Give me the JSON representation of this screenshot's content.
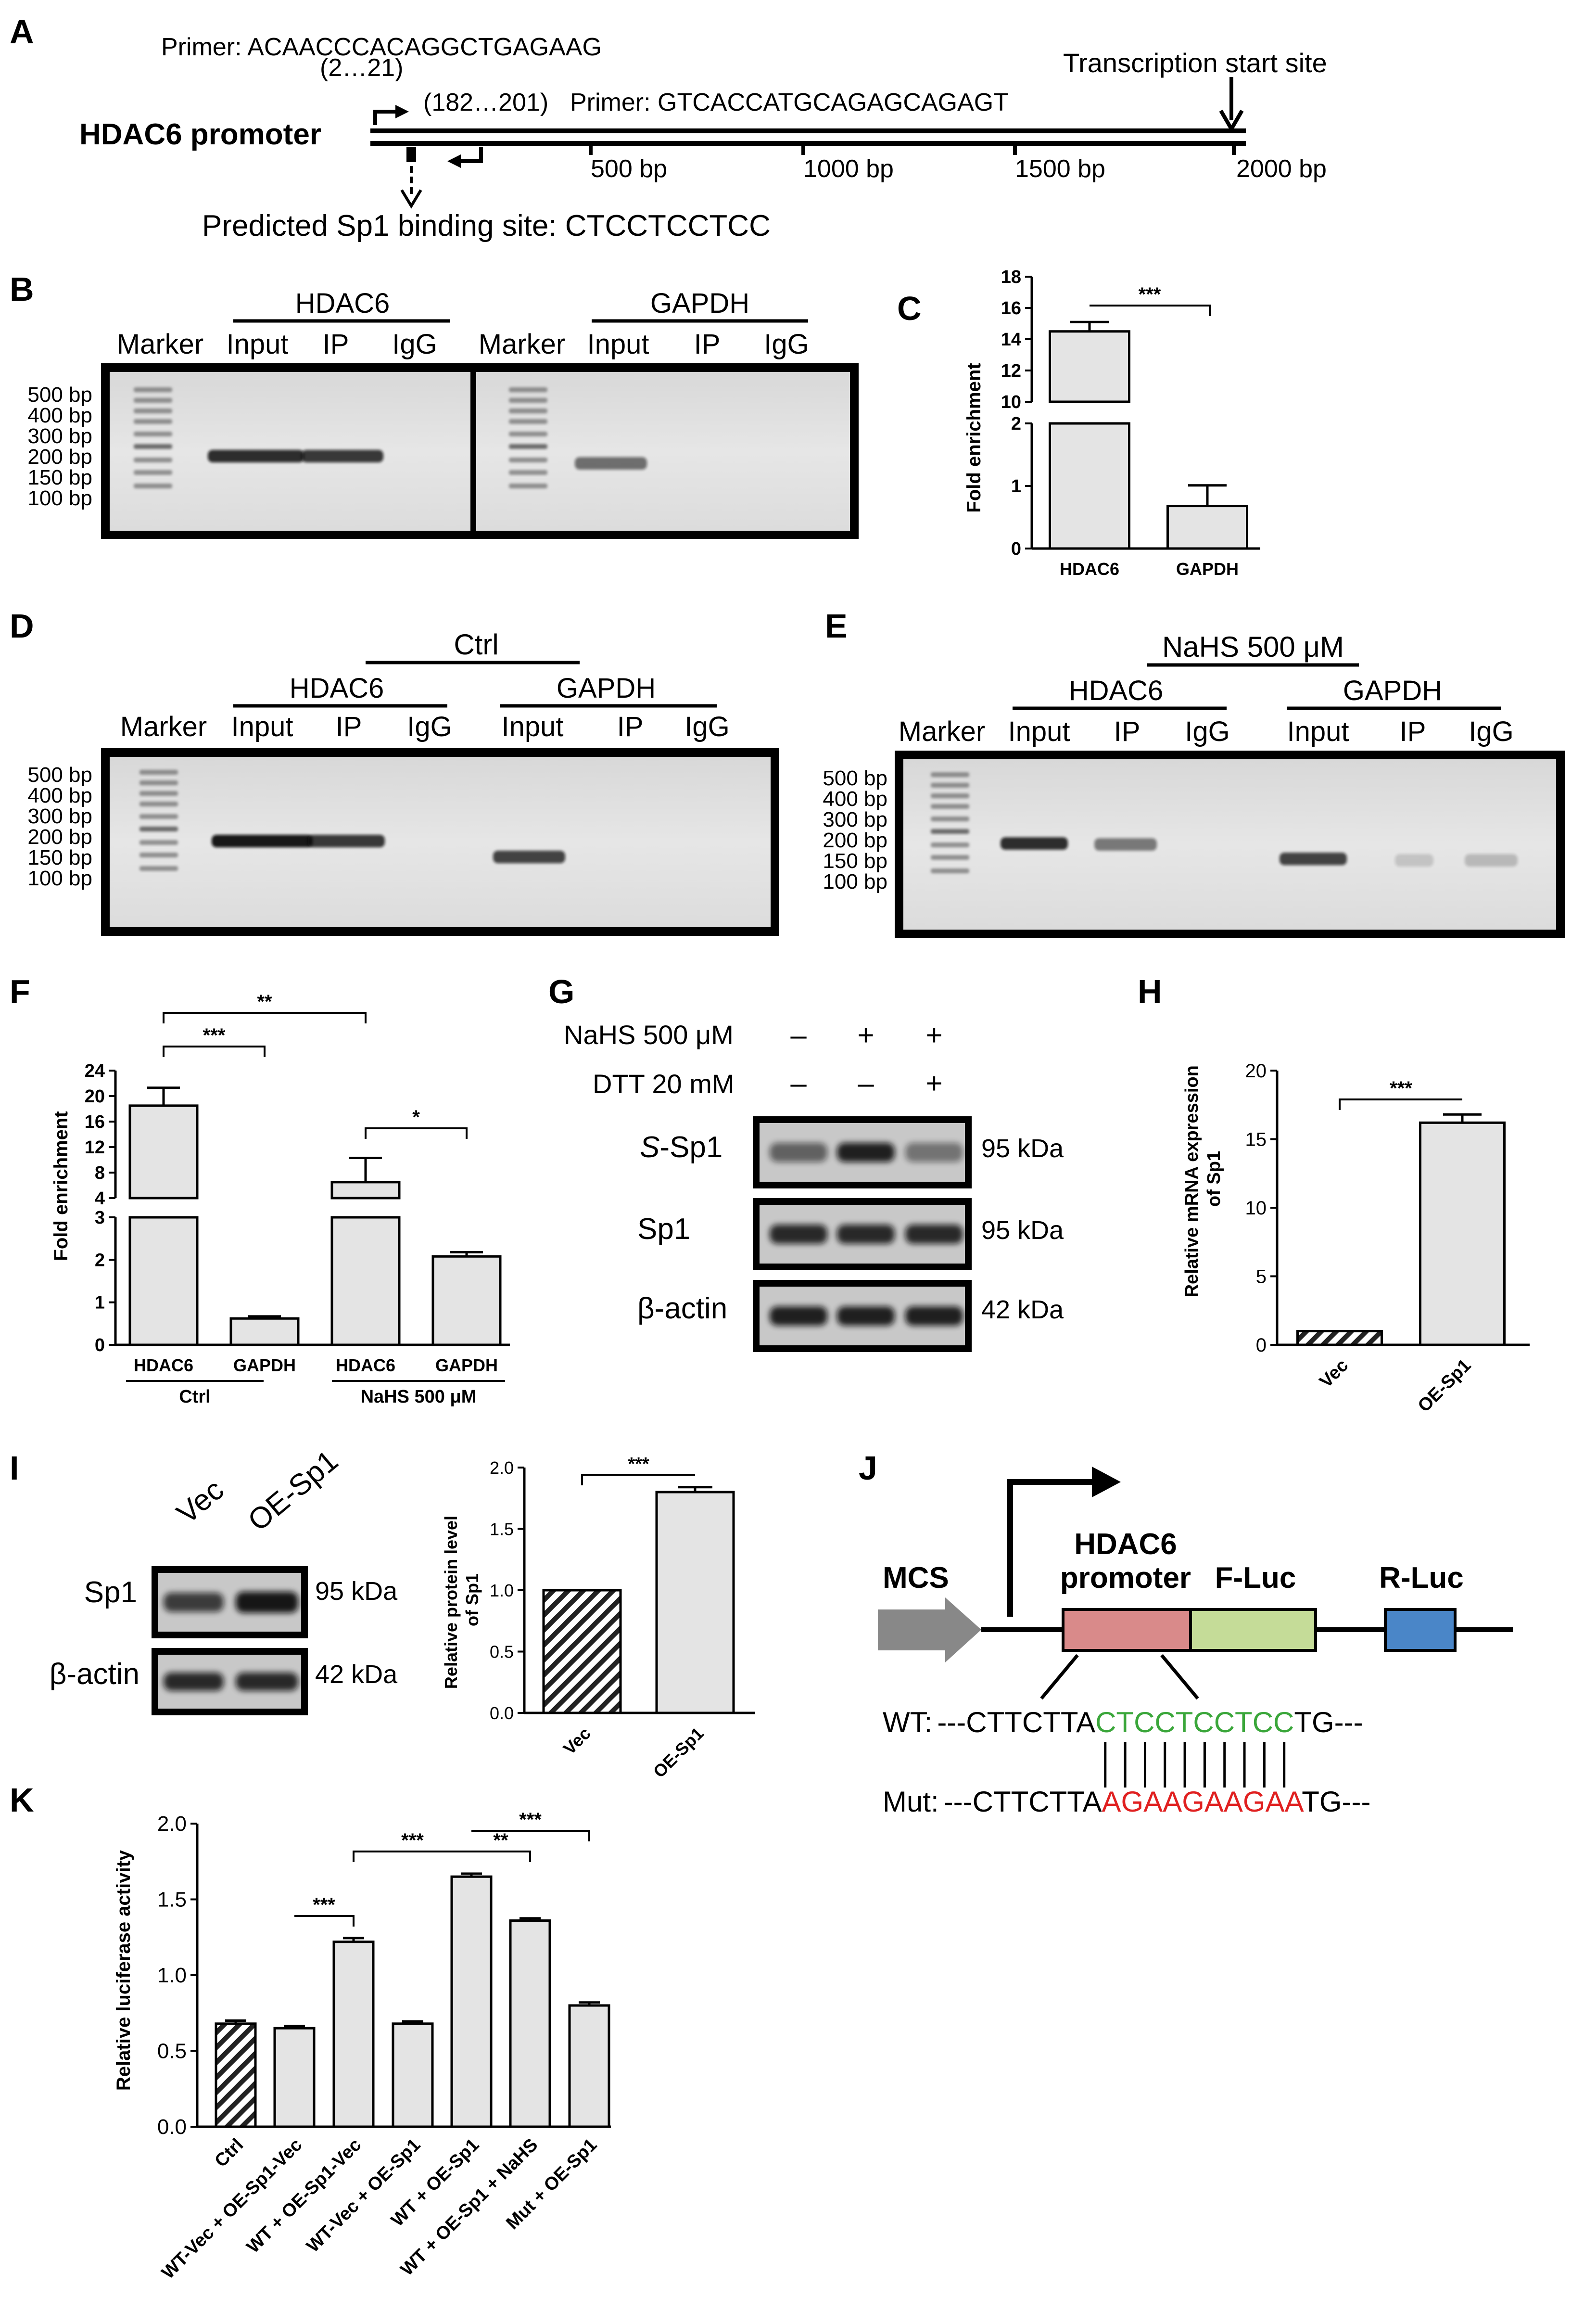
{
  "panel_A": {
    "letter": "A",
    "primer_f": "Primer: ACAACCCACAGGCTGAGAAG",
    "primer_f_pos": "(2…21)",
    "primer_r_pos": "(182…201)",
    "primer_r": "Primer: GTCACCATGCAGAGCAGAGT",
    "tss": "Transcription start site",
    "promoter": "HDAC6 promoter",
    "ticks": [
      "500 bp",
      "1000 bp",
      "1500 bp",
      "2000 bp"
    ],
    "sp1_site": "Predicted Sp1 binding site: CTCCTCCTCC"
  },
  "panel_B": {
    "letter": "B",
    "groups": [
      "HDAC6",
      "GAPDH"
    ],
    "lanes": [
      "Marker",
      "Input",
      "IP",
      "IgG",
      "Marker",
      "Input",
      "IP",
      "IgG"
    ],
    "ladder": [
      "500 bp",
      "400 bp",
      "300 bp",
      "200 bp",
      "150 bp",
      "100 bp"
    ]
  },
  "panel_C": {
    "letter": "C",
    "ylabel": "Fold enrichment",
    "sig": "***",
    "chart_data": {
      "type": "bar",
      "categories": [
        "HDAC6",
        "GAPDH"
      ],
      "values": [
        14.5,
        0.68
      ],
      "errors": [
        0.6,
        0.33
      ],
      "yticks_lower": [
        "0",
        "1",
        "2"
      ],
      "yticks_upper": [
        "10",
        "12",
        "14",
        "16",
        "18"
      ],
      "ylabel": "Fold enrichment"
    }
  },
  "panel_D": {
    "letter": "D",
    "title": "Ctrl",
    "groups": [
      "HDAC6",
      "GAPDH"
    ],
    "lanes": [
      "Marker",
      "Input",
      "IP",
      "IgG",
      "Input",
      "IP",
      "IgG"
    ],
    "ladder": [
      "500 bp",
      "400 bp",
      "300 bp",
      "200 bp",
      "150 bp",
      "100 bp"
    ]
  },
  "panel_E": {
    "letter": "E",
    "title": "NaHS 500 μM",
    "groups": [
      "HDAC6",
      "GAPDH"
    ],
    "lanes": [
      "Marker",
      "Input",
      "IP",
      "IgG",
      "Input",
      "IP",
      "IgG"
    ],
    "ladder": [
      "500 bp",
      "400 bp",
      "300 bp",
      "200 bp",
      "150 bp",
      "100 bp"
    ]
  },
  "panel_F": {
    "letter": "F",
    "ylabel": "Fold enrichment",
    "group_labels": [
      "Ctrl",
      "NaHS 500 μM"
    ],
    "sigs": [
      "***",
      "**",
      "*"
    ],
    "chart_data": {
      "type": "bar",
      "categories": [
        "HDAC6",
        "GAPDH",
        "HDAC6",
        "GAPDH"
      ],
      "values": [
        18.5,
        0.62,
        6.5,
        2.08
      ],
      "errors": [
        2.8,
        0.05,
        3.8,
        0.1
      ],
      "yticks_lower": [
        "0",
        "1",
        "2",
        "3"
      ],
      "yticks_upper": [
        "4",
        "8",
        "12",
        "16",
        "20",
        "24"
      ],
      "ylabel": "Fold enrichment"
    }
  },
  "panel_G": {
    "letter": "G",
    "nahs_label": "NaHS 500 μM",
    "dtt_label": "DTT 20 mM",
    "nahs_signs": [
      "–",
      "+",
      "+"
    ],
    "dtt_signs": [
      "–",
      "–",
      "+"
    ],
    "s_italic": "S",
    "rows": [
      {
        "label": "-Sp1",
        "kda": "95 kDa"
      },
      {
        "label": "Sp1",
        "kda": "95 kDa"
      },
      {
        "label": "β-actin",
        "kda": "42 kDa"
      }
    ]
  },
  "panel_H": {
    "letter": "H",
    "ylabel1": "Relative mRNA expression",
    "ylabel2": "of Sp1",
    "sig": "***",
    "chart_data": {
      "type": "bar",
      "categories": [
        "Vec",
        "OE-Sp1"
      ],
      "values": [
        1.0,
        16.2
      ],
      "errors": [
        0.0,
        0.6
      ],
      "ylim": [
        0,
        20
      ],
      "yticks": [
        "0",
        "5",
        "10",
        "15",
        "20"
      ],
      "ylabel": "Relative mRNA expression of Sp1"
    }
  },
  "panel_I": {
    "letter": "I",
    "lanes": [
      "Vec",
      "OE-Sp1"
    ],
    "rows": [
      {
        "label": "Sp1",
        "kda": "95 kDa"
      },
      {
        "label": "β-actin",
        "kda": "42 kDa"
      }
    ],
    "ylabel1": "Relative protein level",
    "ylabel2": "of Sp1",
    "sig": "***",
    "chart_data": {
      "type": "bar",
      "categories": [
        "Vec",
        "OE-Sp1"
      ],
      "values": [
        1.0,
        1.8
      ],
      "errors": [
        0.0,
        0.04
      ],
      "ylim": [
        0,
        2.0
      ],
      "yticks": [
        "0.0",
        "0.5",
        "1.0",
        "1.5",
        "2.0"
      ],
      "ylabel": "Relative protein level of Sp1"
    }
  },
  "panel_J": {
    "letter": "J",
    "mcs": "MCS",
    "promoter1": "HDAC6",
    "promoter2": "promoter",
    "fluc": "F-Luc",
    "rluc": "R-Luc",
    "wt_label": "WT:",
    "wt_prefix": "---CTTCTTA",
    "wt_site": "CTCCTCCTCC",
    "wt_suffix": "TG---",
    "mut_label": "Mut:",
    "mut_prefix": "---CTTCTTA",
    "mut_site": "AGAAGAAGAA",
    "mut_suffix": "TG---",
    "colors": {
      "wt_site": "#3aa63a",
      "mut_site": "#e02020",
      "promoter_box": "#d98a8a",
      "fluc_box": "#c5dc98",
      "rluc_box": "#4a86c8",
      "mcs_arrow": "#888888"
    }
  },
  "panel_K": {
    "letter": "K",
    "ylabel": "Relative luciferase activity",
    "sigs": [
      "***",
      "***",
      "**",
      "***"
    ],
    "chart_data": {
      "type": "bar",
      "categories": [
        "Ctrl",
        "WT-Vec + OE-Sp1-Vec",
        "WT + OE-Sp1-Vec",
        "WT-Vec + OE-Sp1",
        "WT + OE-Sp1",
        "WT + OE-Sp1 + NaHS",
        "Mut + OE-Sp1"
      ],
      "values": [
        0.68,
        0.65,
        1.22,
        0.68,
        1.65,
        1.36,
        0.8
      ],
      "errors": [
        0.02,
        0.015,
        0.025,
        0.015,
        0.02,
        0.015,
        0.02
      ],
      "ylim": [
        0,
        2.0
      ],
      "yticks": [
        "0.0",
        "0.5",
        "1.0",
        "1.5",
        "2.0"
      ],
      "ylabel": "Relative luciferase activity"
    }
  }
}
